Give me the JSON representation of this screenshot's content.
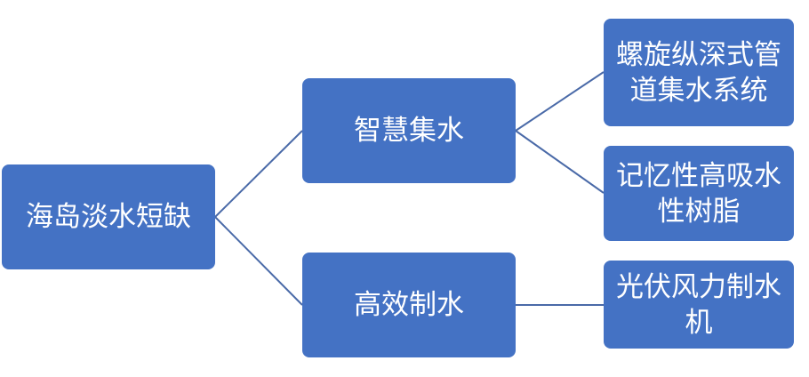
{
  "diagram": {
    "root": {
      "label": "海岛淡水短缺"
    },
    "branches": [
      {
        "label": "智慧集水",
        "children": [
          {
            "label": "螺旋纵深式管道集水系统"
          },
          {
            "label": "记忆性高吸水性树脂"
          }
        ]
      },
      {
        "label": "高效制水",
        "children": [
          {
            "label": "光伏风力制水机"
          }
        ]
      }
    ]
  },
  "colors": {
    "node_fill": "#4472c4",
    "node_text": "#ffffff",
    "connector": "#4a6aa8"
  }
}
